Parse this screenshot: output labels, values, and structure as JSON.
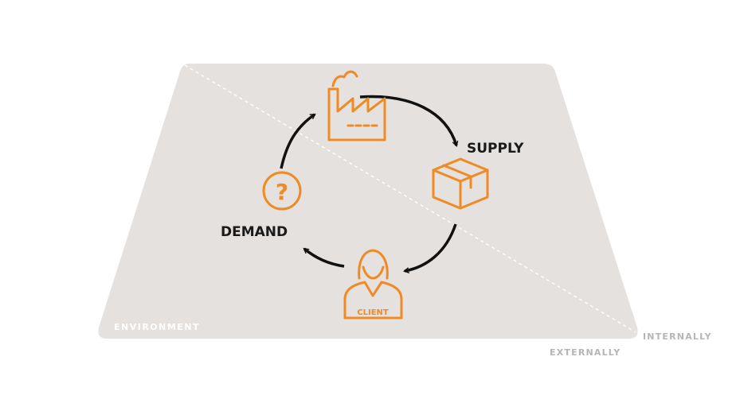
{
  "labels": {
    "supply": "SUPPLY",
    "demand": "DEMAND",
    "client": "CLIENT",
    "environment": "ENVIRONMENT",
    "internally": "INTERNALLY",
    "externally": "EXTERNALLY"
  },
  "icons": {
    "question": "?"
  },
  "colors": {
    "accent": "#f08a24",
    "arrow": "#111111",
    "panel": "#e4e1df",
    "faint_text": "#b5b5b5",
    "panel_text": "#ffffff"
  }
}
